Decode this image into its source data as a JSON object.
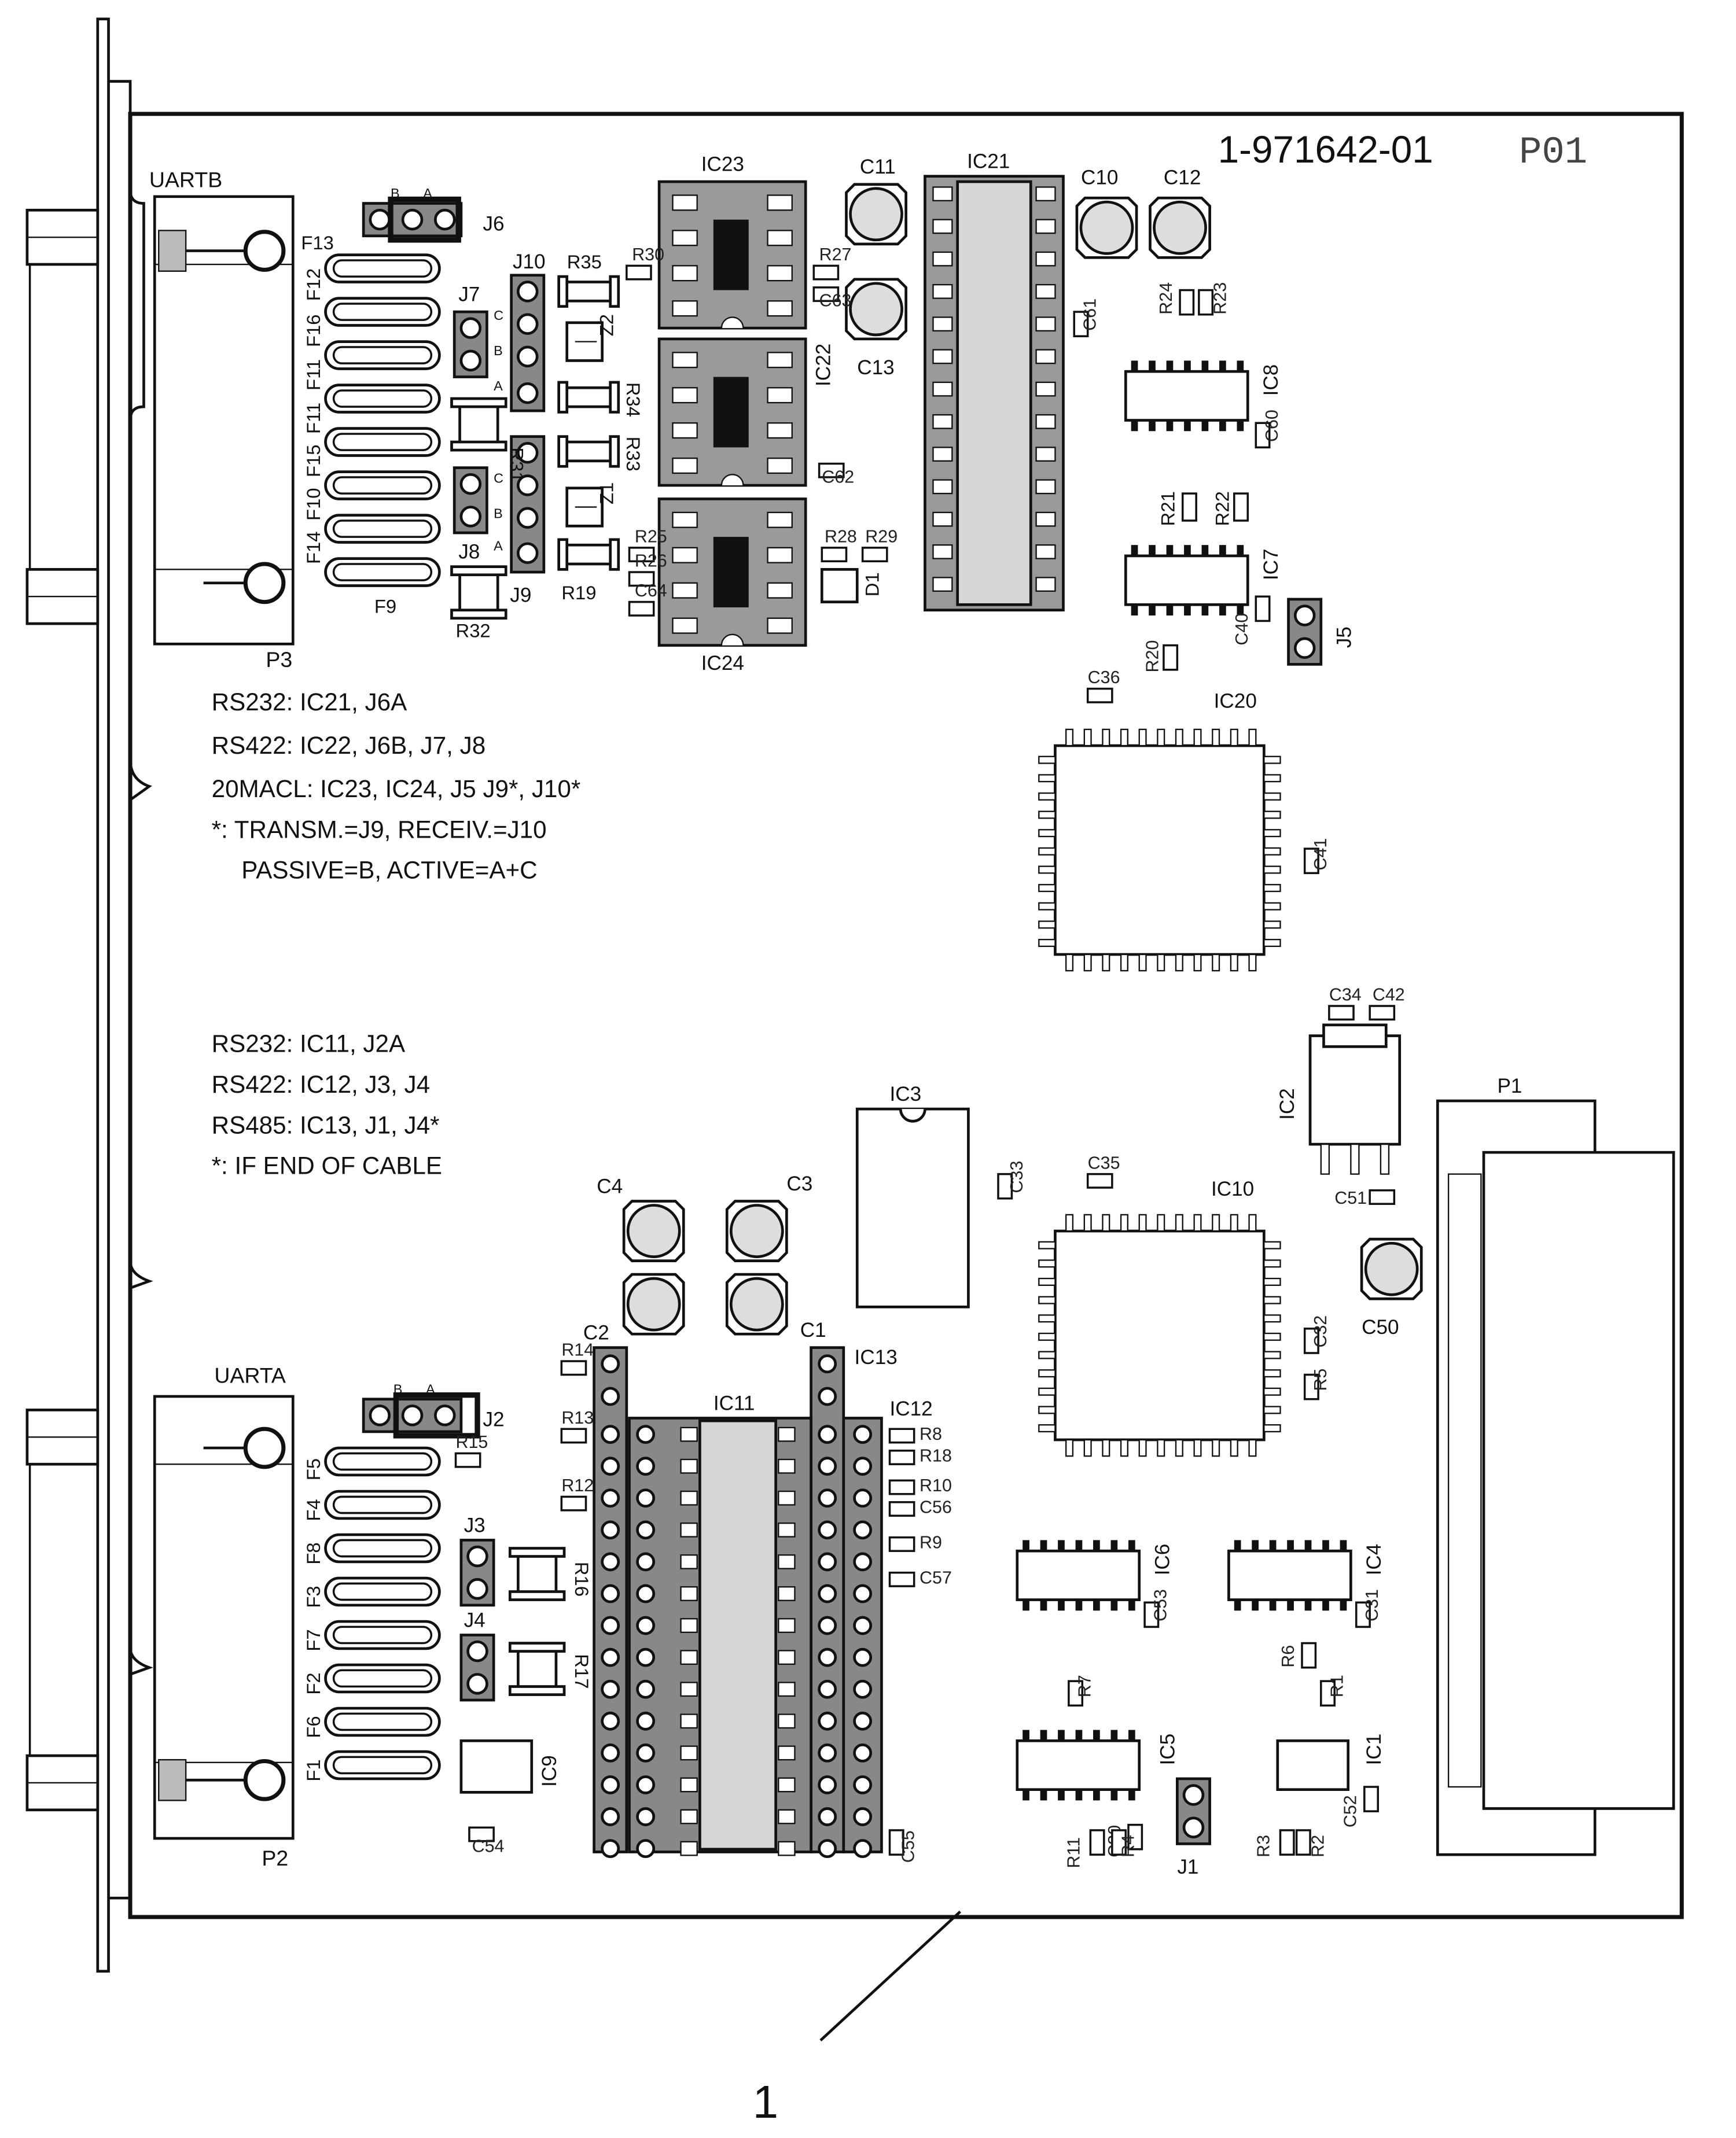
{
  "board": {
    "part_number": "1-971642-01",
    "revision": "P01",
    "callout": "1"
  },
  "connectors": {
    "uartb": "UARTB",
    "uarta": "UARTA",
    "p3": "P3",
    "p2": "P2",
    "p1": "P1"
  },
  "notes_top": [
    "RS232:  IC21, J6A",
    "RS422:  IC22, J6B, J7, J8",
    "20MACL: IC23, IC24, J5 J9*, J10*",
    "*: TRANSM.=J9, RECEIV.=J10",
    "  PASSIVE=B, ACTIVE=A+C"
  ],
  "notes_bottom": [
    "RS232:  IC11, J2A",
    "RS422:  IC12, J3, J4",
    "RS485:  IC13, J1, J4*",
    "*: IF END OF CABLE"
  ],
  "ics": {
    "ic23": "IC23",
    "ic22": "IC22",
    "ic24": "IC24",
    "ic21": "IC21",
    "ic8": "IC8",
    "ic7": "IC7",
    "ic20": "IC20",
    "ic3": "IC3",
    "ic2": "IC2",
    "ic10": "IC10",
    "ic11": "IC11",
    "ic12": "IC12",
    "ic13": "IC13",
    "ic6": "IC6",
    "ic4": "IC4",
    "ic5": "IC5",
    "ic1": "IC1",
    "ic9": "IC9"
  },
  "jumpers": {
    "j1": "J1",
    "j2": "J2",
    "j3": "J3",
    "j4": "J4",
    "j5": "J5",
    "j6": "J6",
    "j7": "J7",
    "j8": "J8",
    "j9": "J9",
    "j10": "J10",
    "a": "A",
    "b": "B",
    "c": "C"
  },
  "fuses_top": [
    "F13",
    "F12",
    "F16",
    "F11",
    "F11",
    "F15",
    "F10",
    "F14"
  ],
  "fuse_f9": "F9",
  "fuses_bottom": [
    "F5",
    "F4",
    "F8",
    "F3",
    "F7",
    "F2",
    "F6",
    "F1"
  ],
  "caps_large": {
    "c11": "C11",
    "c13": "C13",
    "c10": "C10",
    "c12": "C12",
    "c4": "C4",
    "c3": "C3",
    "c2": "C2",
    "c1": "C1",
    "c50": "C50"
  },
  "resistors": {
    "r35": "R35",
    "r34": "R34",
    "r33": "R33",
    "r31": "R31",
    "r32": "R32",
    "r19": "R19",
    "r21": "R21",
    "r22": "R22",
    "r16": "R16",
    "r17": "R17"
  },
  "diodes": {
    "z1": "Z1",
    "z2": "Z2",
    "d1": "D1"
  },
  "small_parts": {
    "r30": "R30",
    "r27": "R27",
    "c63": "C63",
    "c62": "C62",
    "r25": "R25",
    "r26": "R26",
    "c64": "C64",
    "r28": "R28",
    "r29": "R29",
    "c61": "C61",
    "r24": "R24",
    "r23": "R23",
    "c60": "C60",
    "r20": "R20",
    "c40": "C40",
    "c36": "C36",
    "c41": "C41",
    "c34": "C34",
    "c42": "C42",
    "c33": "C33",
    "c35": "C35",
    "c51": "C51",
    "c32": "C32",
    "r5": "R5",
    "r14": "R14",
    "r13": "R13",
    "r12": "R12",
    "r15": "R15",
    "r8": "R8",
    "r18": "R18",
    "r10": "R10",
    "c56": "C56",
    "r9": "R9",
    "c57": "C57",
    "c53": "C53",
    "c31": "C31",
    "r7": "R7",
    "r6": "R6",
    "r1": "R1",
    "c30": "C30",
    "r11": "R11",
    "r4": "R4",
    "r3": "R3",
    "r2": "R2",
    "c52": "C52",
    "c54": "C54",
    "c55": "C55"
  }
}
